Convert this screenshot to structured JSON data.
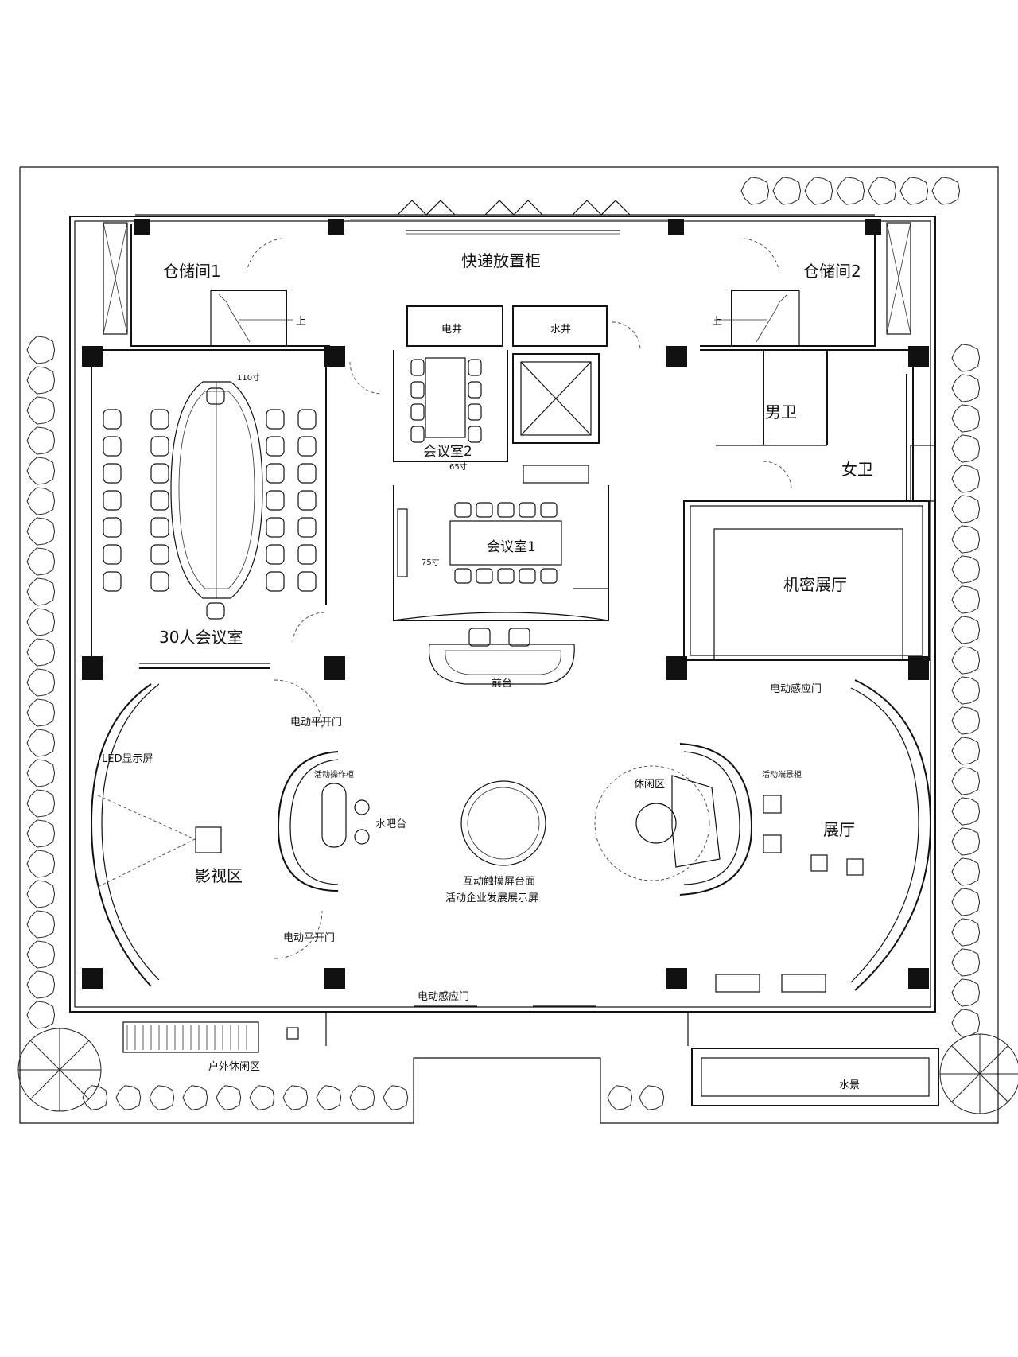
{
  "labels": {
    "storage1": "仓储间1",
    "storage2": "仓储间2",
    "parcel_locker": "快递放置柜",
    "elec_shaft": "电井",
    "water_shaft": "水井",
    "up1": "上",
    "up2": "上",
    "tv110": "110寸",
    "meeting2": "会议室2",
    "tv65": "65寸",
    "meeting1": "会议室1",
    "tv75": "75寸",
    "meeting30": "30人会议室",
    "men_wc": "男卫",
    "women_wc": "女卫",
    "secret_hall": "机密展厅",
    "reception": "前台",
    "auto_door_top": "电动感应门",
    "swing_door_top": "电动平开门",
    "led_screen": "LED显示屏",
    "movable_cabinet_left": "活动操作柜",
    "water_bar": "水吧台",
    "leisure": "休闲区",
    "movable_cabinet_right": "活动端景柜",
    "cinema": "影视区",
    "exhibition": "展厅",
    "touch_table": "互动触摸屏台面",
    "dev_screen": "活动企业发展展示屏",
    "swing_door_bottom": "电动平开门",
    "auto_door_bottom": "电动感应门",
    "outdoor": "户外休闲区",
    "waterscape": "水景"
  },
  "colors": {
    "ink": "#111111",
    "paper": "#ffffff"
  }
}
